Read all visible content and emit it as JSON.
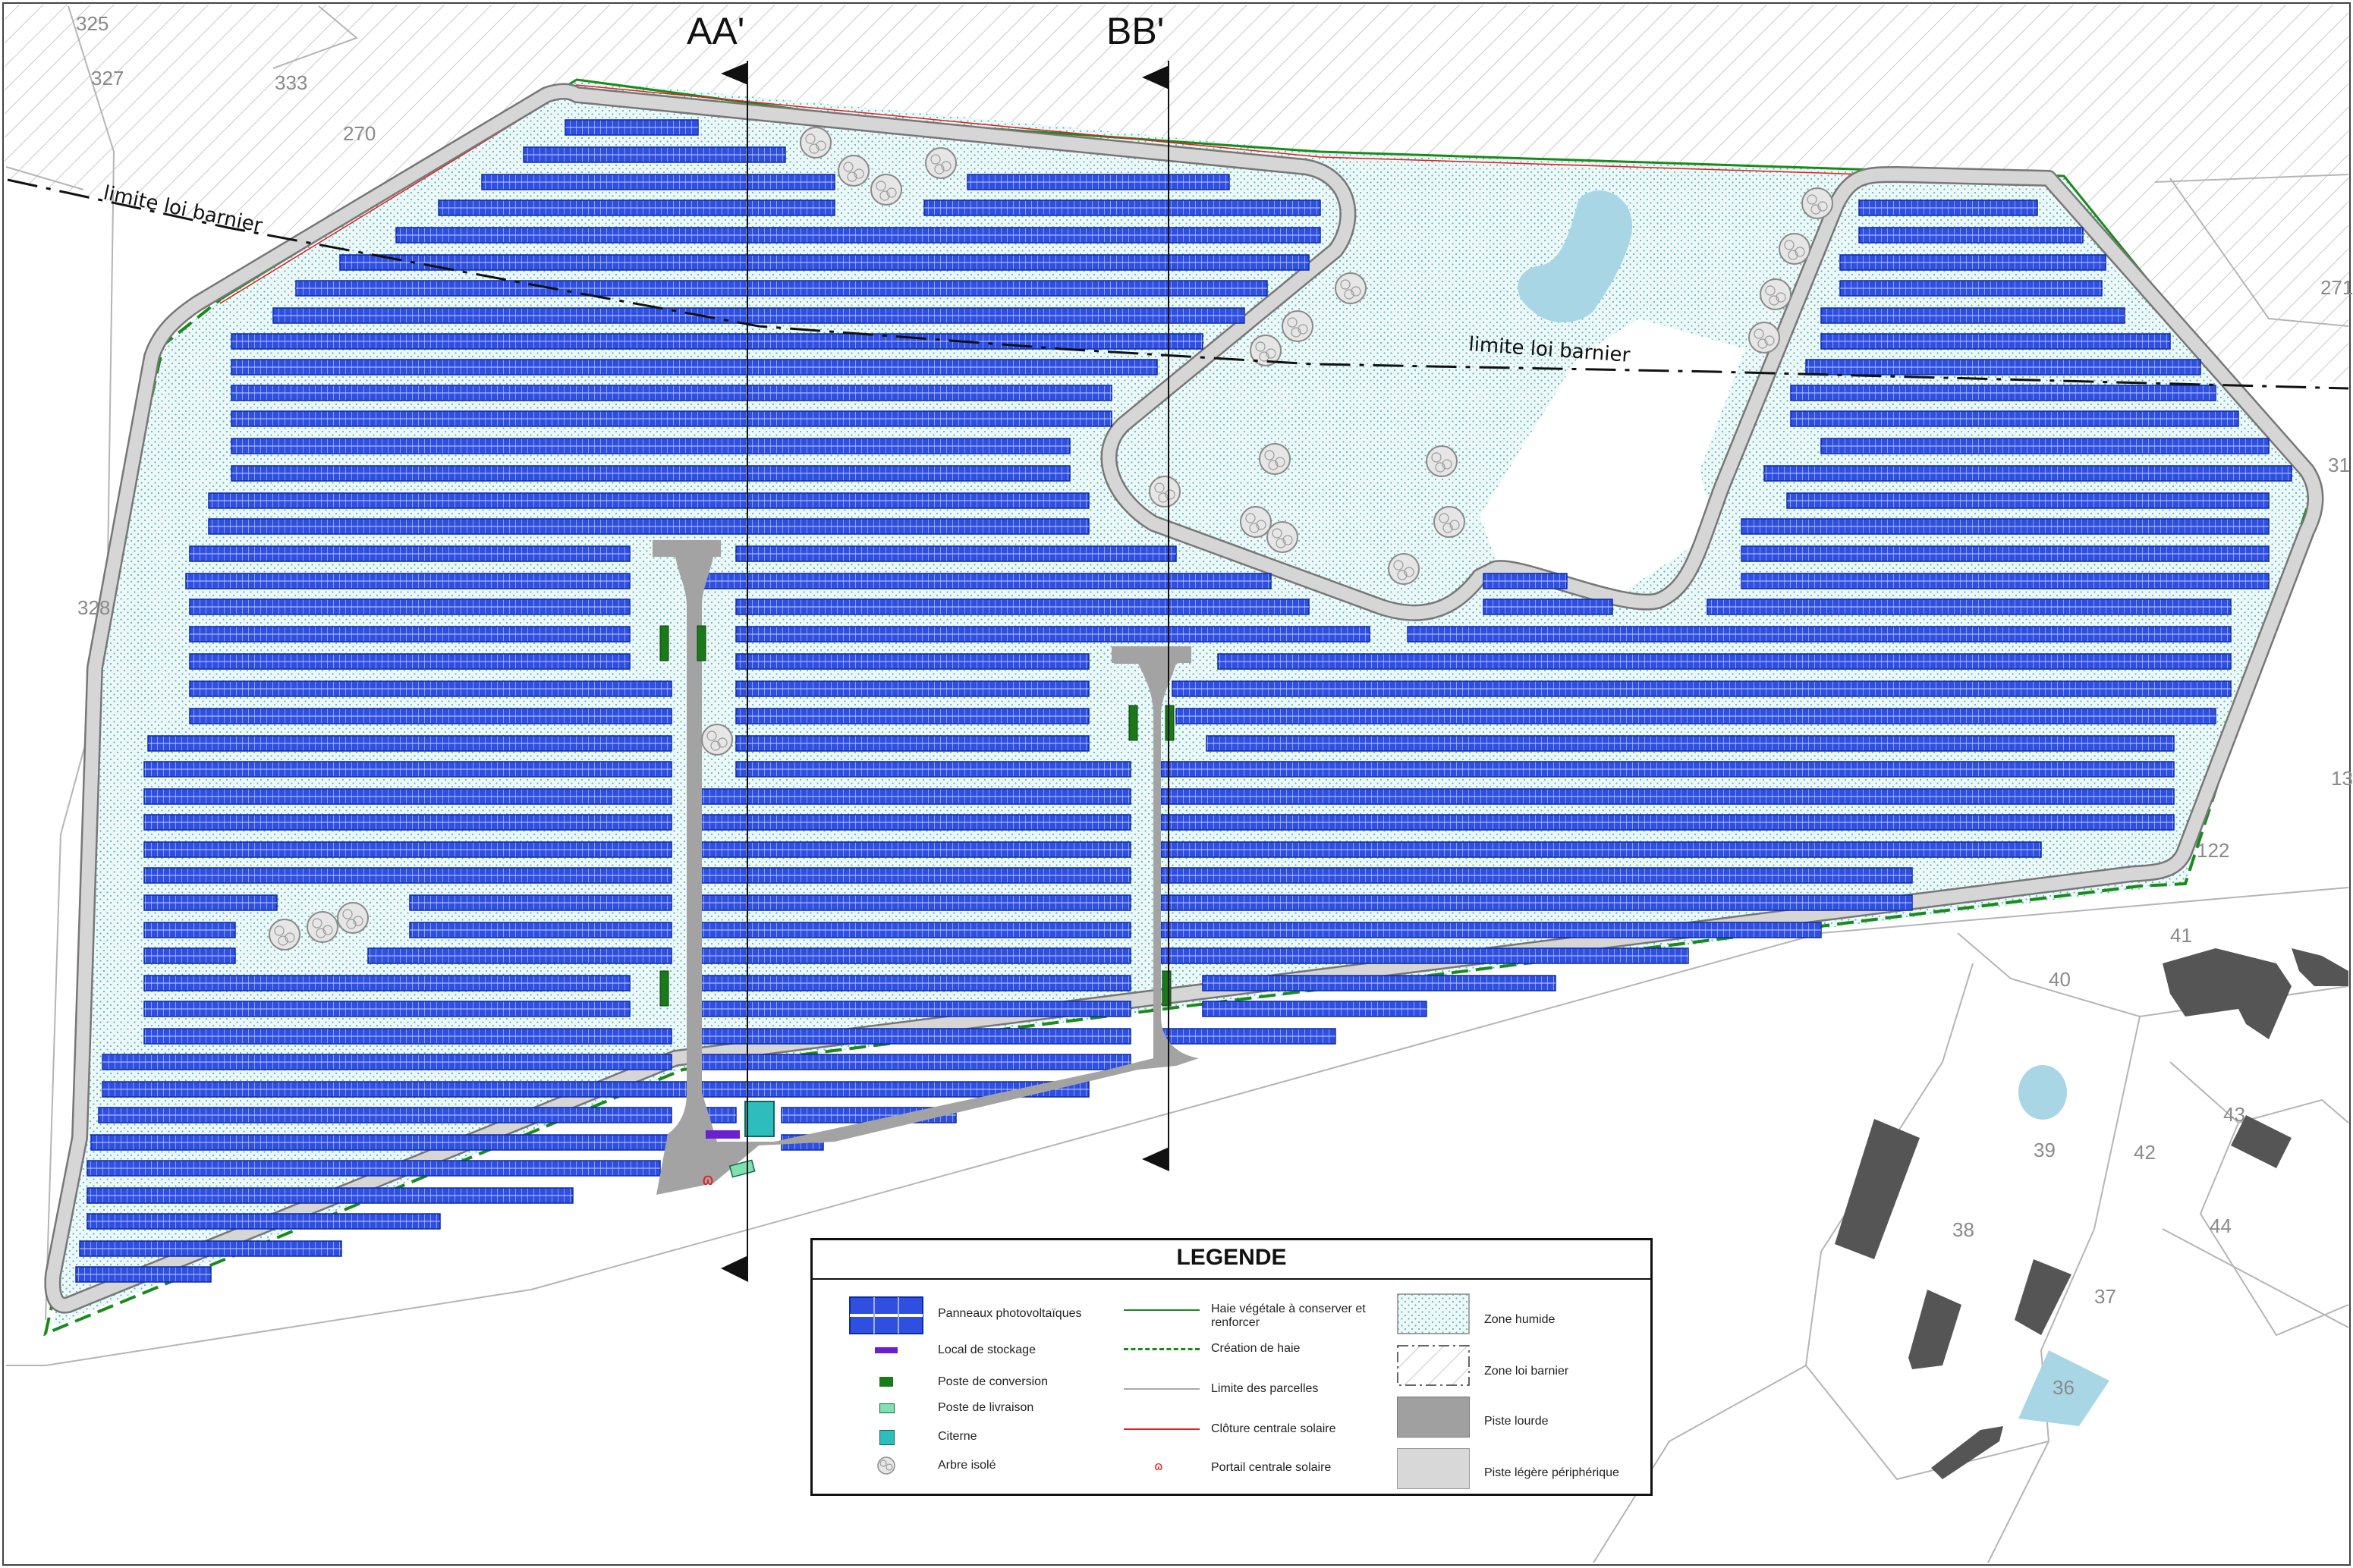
{
  "sections": [
    {
      "id": "AA",
      "label": "AA'"
    },
    {
      "id": "BB",
      "label": "BB'"
    }
  ],
  "barrier_labels": [
    "limite loi barnier",
    "limite loi barnier"
  ],
  "parcels": [
    {
      "label": "325"
    },
    {
      "label": "327"
    },
    {
      "label": "333"
    },
    {
      "label": "270"
    },
    {
      "label": "328"
    },
    {
      "label": "271"
    },
    {
      "label": "31"
    },
    {
      "label": "13"
    },
    {
      "label": "122"
    },
    {
      "label": "40"
    },
    {
      "label": "41"
    },
    {
      "label": "39"
    },
    {
      "label": "42"
    },
    {
      "label": "43"
    },
    {
      "label": "44"
    },
    {
      "label": "38"
    },
    {
      "label": "37"
    },
    {
      "label": "36"
    }
  ],
  "legend": {
    "title": "LEGENDE",
    "items": [
      {
        "label": "Panneaux photovoltaïques",
        "symbol": "pv-panel-icon"
      },
      {
        "label": "Local de stockage",
        "symbol": "storage-icon",
        "color": "#6a1fd0"
      },
      {
        "label": "Poste de conversion",
        "symbol": "conversion-station-icon",
        "color": "#1a7a1a"
      },
      {
        "label": "Poste de livraison",
        "symbol": "delivery-station-icon",
        "color": "#7fe0b0"
      },
      {
        "label": "Citerne",
        "symbol": "tank-icon",
        "color": "#2fbcbc"
      },
      {
        "label": "Arbre isolé",
        "symbol": "tree-icon"
      },
      {
        "label": "Haie végétale à conserver et renforcer",
        "symbol": "hedge-line-icon",
        "color": "#1a8a1a"
      },
      {
        "label": "Création de haie",
        "symbol": "new-hedge-line-icon",
        "color": "#1a8a1a"
      },
      {
        "label": "Limite des parcelles",
        "symbol": "parcel-limit-line-icon",
        "color": "#aaaaaa"
      },
      {
        "label": "Clôture centrale solaire",
        "symbol": "fence-line-icon",
        "color": "#e02020"
      },
      {
        "label": "Portail centrale solaire",
        "symbol": "gate-icon",
        "color": "#e02020"
      },
      {
        "label": "Zone humide",
        "symbol": "wetland-swatch-icon",
        "color": "#dff3f3"
      },
      {
        "label": "Zone loi barnier",
        "symbol": "barnier-swatch-icon"
      },
      {
        "label": "Piste lourde",
        "symbol": "heavy-track-swatch-icon",
        "color": "#a0a0a0"
      },
      {
        "label": "Piste légère périphérique",
        "symbol": "light-track-swatch-icon",
        "color": "#d8d8d8"
      }
    ]
  },
  "colors": {
    "panel": "#2f4fe0",
    "panel_edge": "#0d2aa8",
    "wetland": "#e4f5f5",
    "wetland_dot": "#5cc0c0",
    "heavy_track": "#a3a3a3",
    "light_track": "#d3d3d3",
    "pond": "#a9d6e5",
    "building": "#555555",
    "hedge": "#1a8a1a",
    "fence": "#e02020"
  }
}
